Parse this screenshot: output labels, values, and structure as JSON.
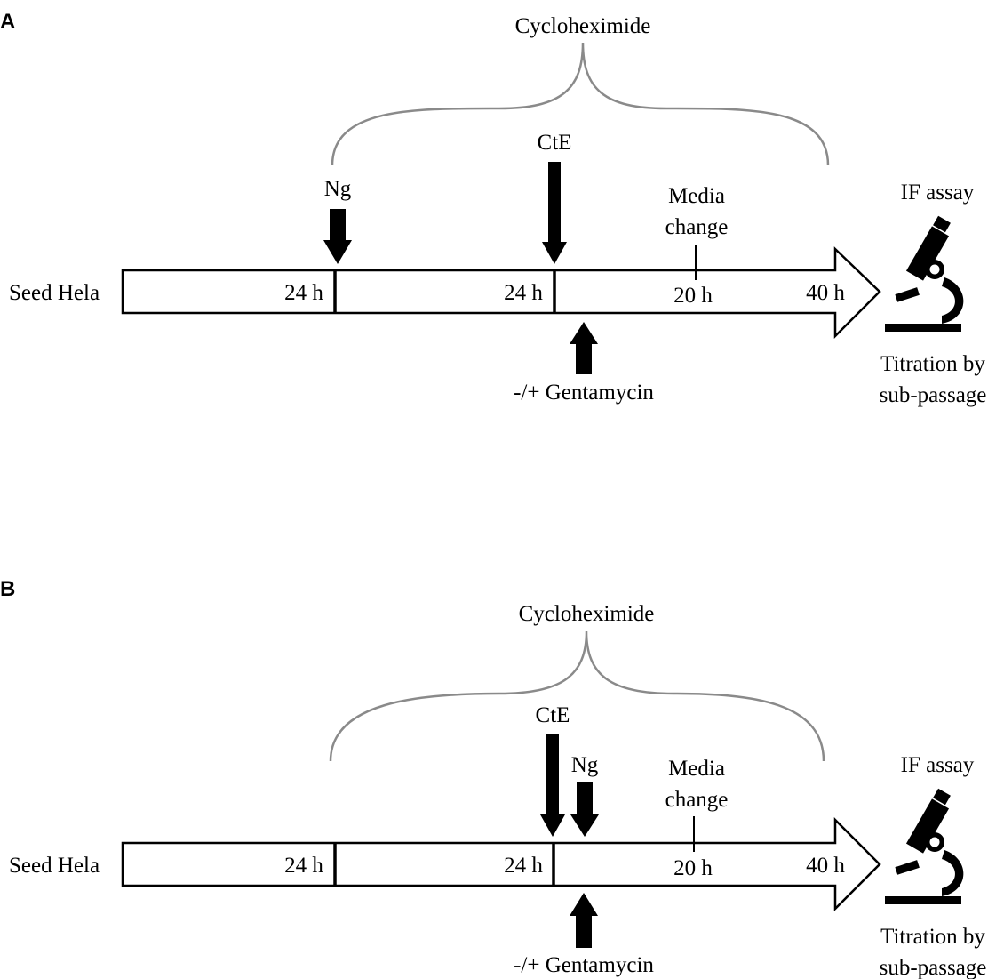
{
  "panels": [
    {
      "letter": "A",
      "brace_label": "Cycloheximide",
      "seed_label": "Seed Hela",
      "segments": [
        "24 h",
        "24 h",
        "20 h",
        "40 h"
      ],
      "ng_label": "Ng",
      "cte_label": "CtE",
      "media_change": [
        "Media",
        "change"
      ],
      "gentamycin_label": "-/+ Gentamycin",
      "if_label": "IF assay",
      "titration": [
        "Titration by",
        "sub-passage"
      ]
    },
    {
      "letter": "B",
      "brace_label": "Cycloheximide",
      "seed_label": "Seed Hela",
      "segments": [
        "24 h",
        "24 h",
        "20 h",
        "40 h"
      ],
      "ng_label": "Ng",
      "cte_label": "CtE",
      "media_change": [
        "Media",
        "change"
      ],
      "gentamycin_label": "-/+ Gentamycin",
      "if_label": "IF assay",
      "titration": [
        "Titration by",
        "sub-passage"
      ]
    }
  ],
  "colors": {
    "ink": "#000000",
    "brace": "#8a8a8a",
    "background": "#ffffff"
  },
  "icons": [
    "microscope-icon"
  ]
}
